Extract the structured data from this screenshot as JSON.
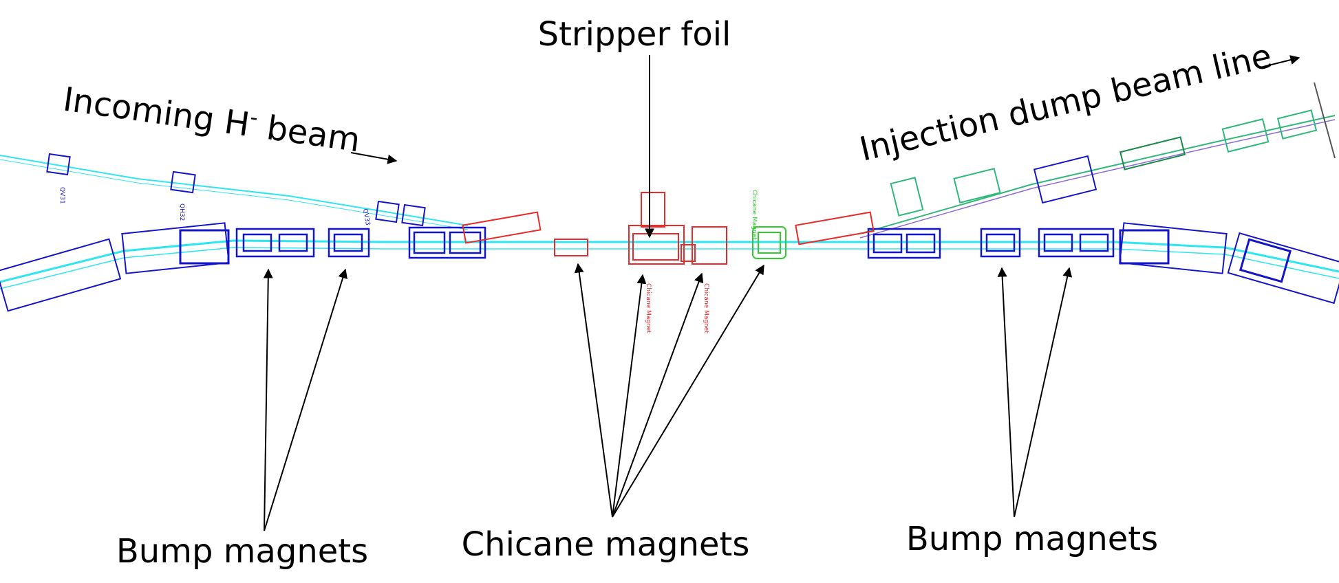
{
  "labels": {
    "stripper_foil": "Stripper foil",
    "incoming_beam": "Incoming H",
    "incoming_beam_sup": "-",
    "incoming_beam_tail": " beam",
    "injection_dump": "Injection dump beam line",
    "bump_left": "Bump magnets",
    "chicane": "Chicane magnets",
    "bump_right": "Bump magnets"
  },
  "component_tags": {
    "qv31": "QV31",
    "qh32": "QH32",
    "qv33": "QV33",
    "chicane_1": "Chicane Magnet",
    "chicane_2": "Chicane Magnet",
    "chicane_3": "Chicane Magnet"
  },
  "colors": {
    "ring_magnets": "#1414c8",
    "beam_pipe": "#2ee6ef",
    "chicane_magnets": "#ea2a2a",
    "chicane_green": "#2fcb2f",
    "dump_line": "#2fb87a",
    "arrows": "#000000"
  }
}
